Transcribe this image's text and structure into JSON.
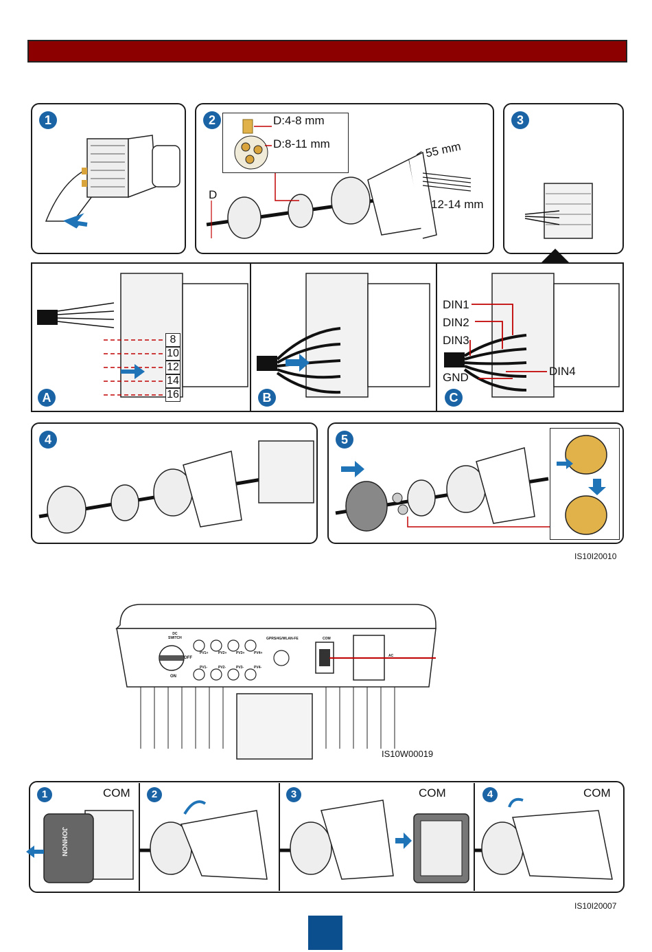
{
  "figure1": {
    "code": "IS10I20010",
    "step_numbers": [
      "1",
      "2",
      "3",
      "4",
      "5"
    ],
    "step2": {
      "d_label": "D",
      "seal_small": "D:4-8 mm",
      "seal_large": "D:8-11 mm",
      "strip_length": "≤ 55 mm",
      "wire_strip": "12-14 mm"
    },
    "substeps": {
      "letters": [
        "A",
        "B",
        "C"
      ],
      "terminals": [
        "8",
        "10",
        "12",
        "14",
        "16"
      ],
      "din_labels": [
        "DIN1",
        "DIN2",
        "DIN3",
        "GND",
        "DIN4"
      ]
    }
  },
  "inverter": {
    "code": "IS10W00019",
    "dc_switch": "DC\nSWITCH",
    "off": "OFF",
    "on": "ON",
    "pv_top": [
      "PV1+",
      "PV2+",
      "PV3+",
      "PV4+"
    ],
    "pv_bottom": [
      "PV1-",
      "PV2-",
      "PV3-",
      "PV4-"
    ],
    "antenna": "GPRS/4G/WLAN-FE",
    "com": "COM",
    "ac": "AC"
  },
  "figure3": {
    "code": "IS10I20007",
    "step_numbers": [
      "1",
      "2",
      "3",
      "4"
    ],
    "com_label": "COM",
    "brand": "JOHNON"
  },
  "colors": {
    "header": "#8c0000",
    "step_blue": "#1a64a6",
    "arrow_blue": "#1f73b7",
    "leader_red": "#c00000",
    "page_square": "#0b4f8f"
  }
}
